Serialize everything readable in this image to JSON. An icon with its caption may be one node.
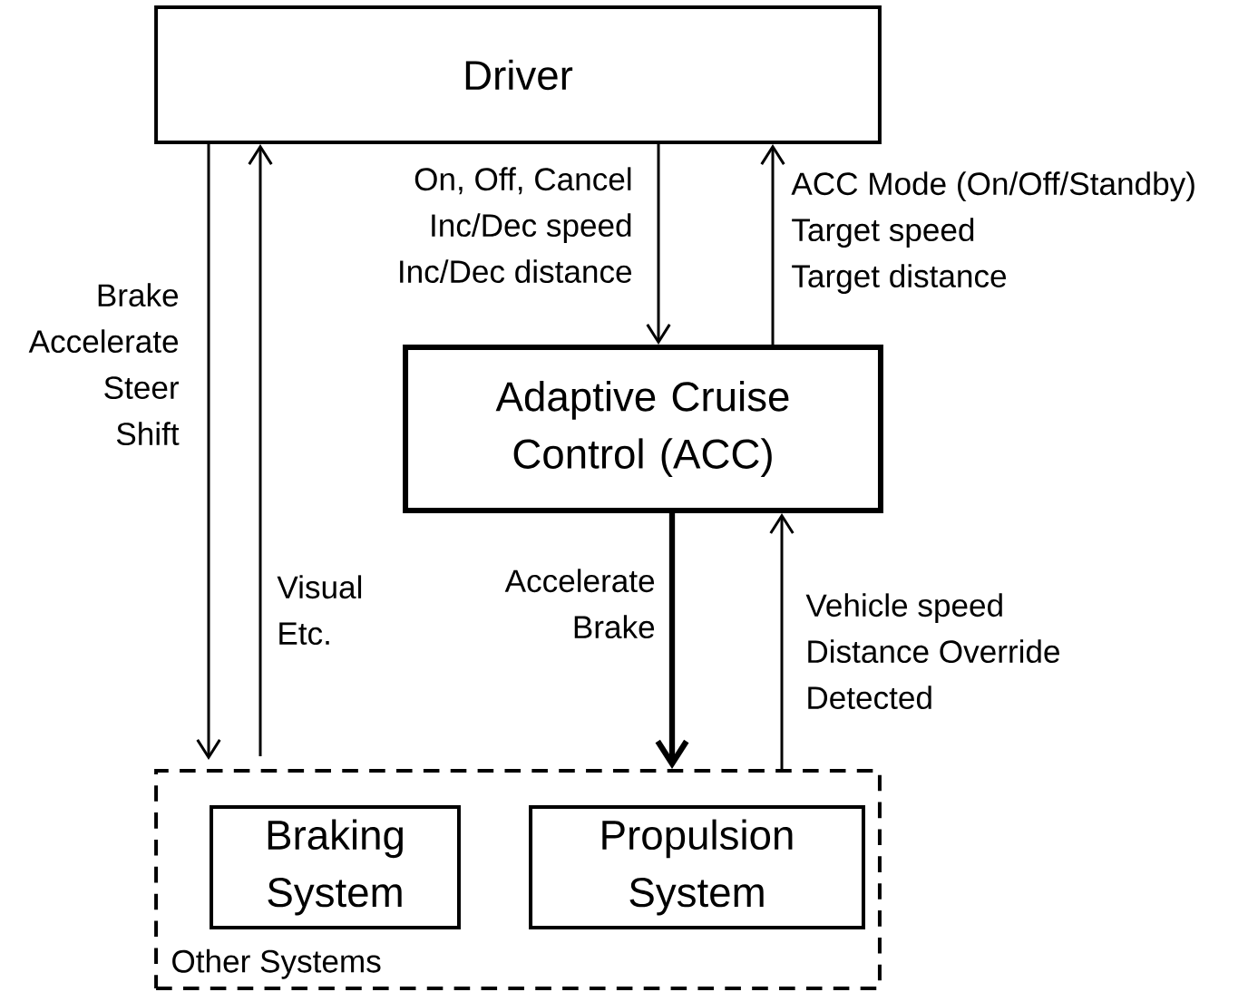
{
  "diagram": {
    "nodes": [
      {
        "text": [
          "Driver"
        ]
      },
      {
        "text": [
          "Adaptive Cruise Control (ACC)"
        ]
      },
      {
        "text": [
          "Other Systems"
        ]
      },
      {
        "text": [
          "Braking System"
        ],
        "in": 2
      },
      {
        "text": [
          "Propulsion System"
        ],
        "in": 2
      }
    ],
    "edges": [
      {
        "from": 0,
        "to": 2,
        "arrow": "to",
        "label": "Brake Accelerate Steer Shift"
      },
      {
        "from": 2,
        "to": 0,
        "arrow": "to",
        "label": "Visual Etc."
      },
      {
        "from": 0,
        "to": 1,
        "arrow": "to",
        "label": "On, Off, Cancel Inc/Dec speed Inc/Dec distance"
      },
      {
        "from": 1,
        "to": 0,
        "arrow": "to",
        "label": "ACC Mode (On/Off/Standby) Target speed Target distance"
      },
      {
        "from": 1,
        "to": 2,
        "arrow": "to",
        "label": "Accelerate Brake",
        "style": "thick"
      },
      {
        "from": 2,
        "to": 1,
        "arrow": "to",
        "label": "Vehicle speed Distance Override Detected"
      }
    ]
  }
}
